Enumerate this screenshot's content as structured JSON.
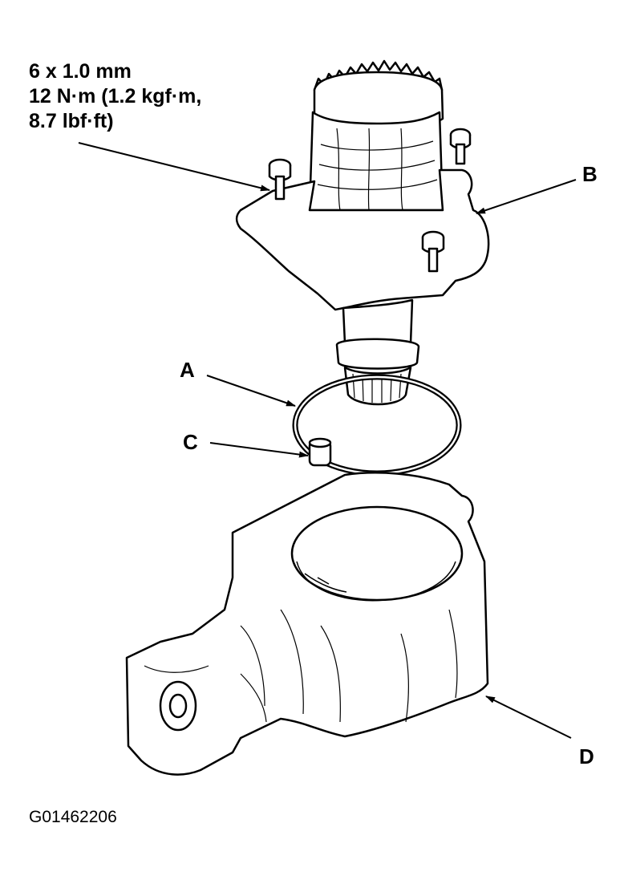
{
  "spec": {
    "line1": "6 x 1.0 mm",
    "line2": "12 N·m (1.2 kgf·m,",
    "line3": "8.7 lbf·ft)"
  },
  "callouts": {
    "a": "A",
    "b": "B",
    "c": "C",
    "d": "D"
  },
  "figure_id": "G01462206",
  "line_color": "#000000",
  "background": "#ffffff"
}
